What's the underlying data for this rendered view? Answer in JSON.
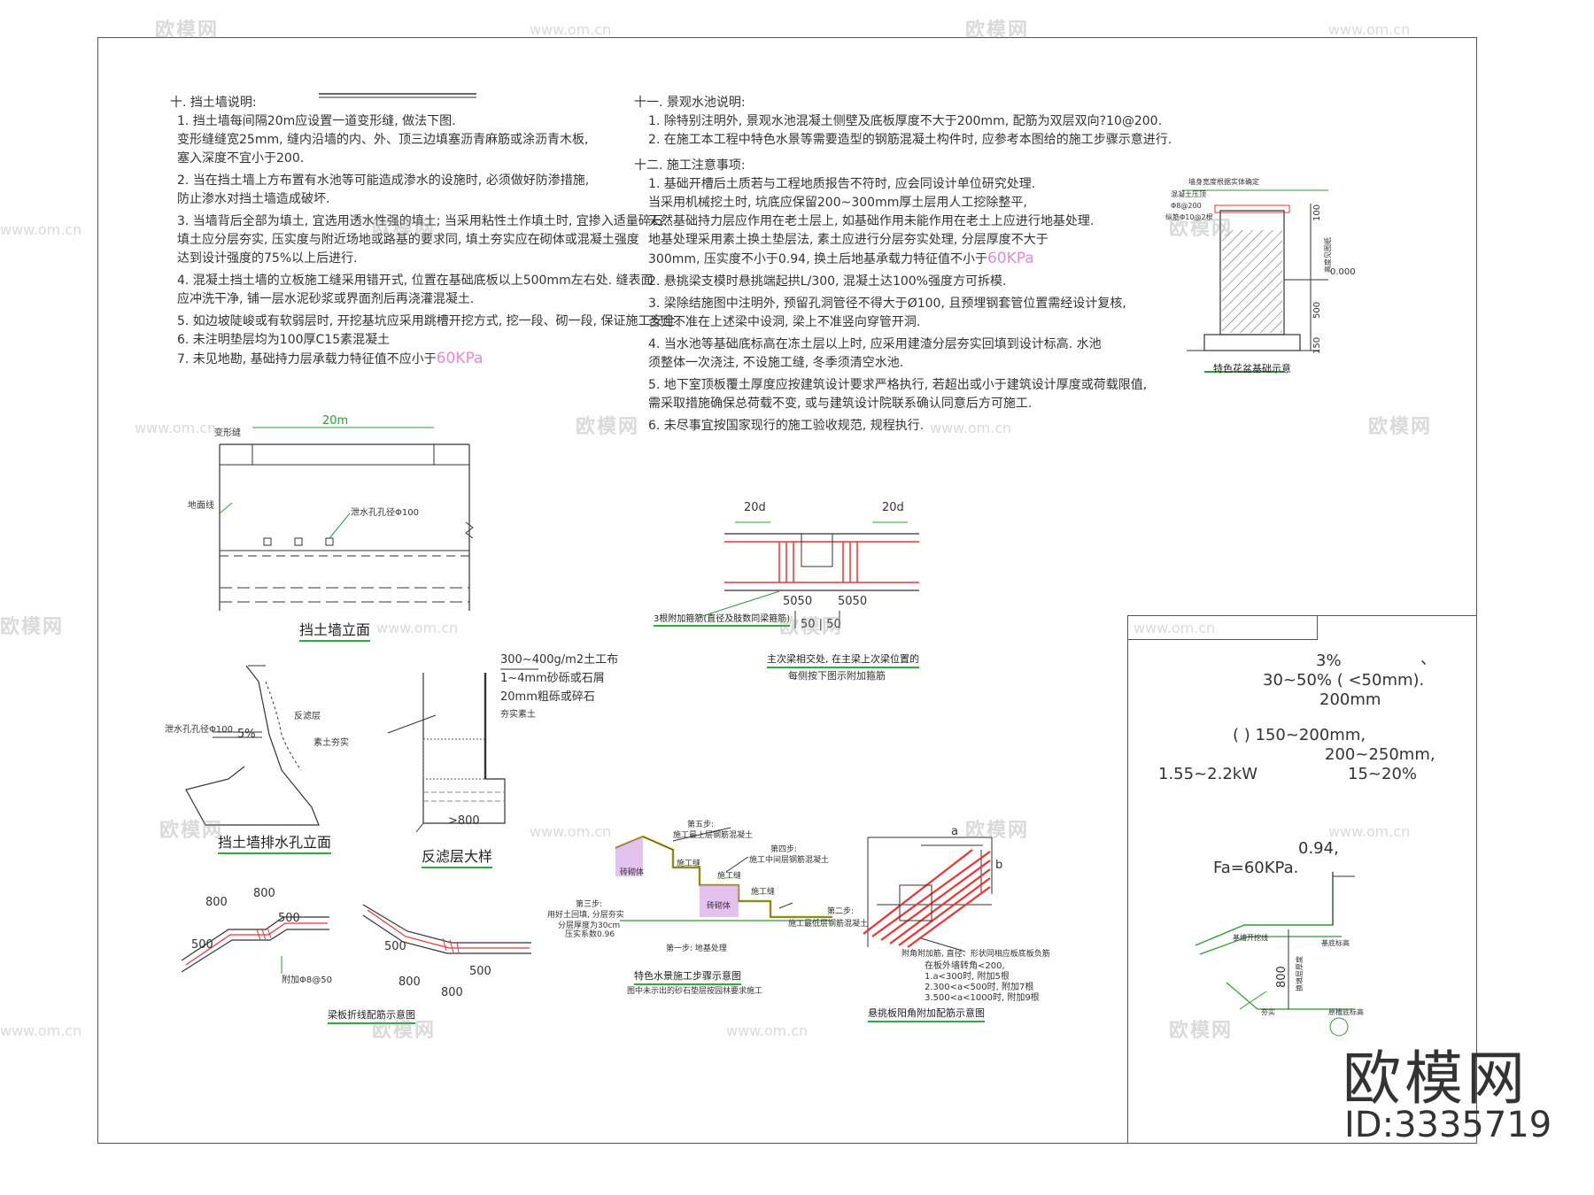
{
  "left_notes": {
    "heading": "十. 挡土墙说明:",
    "lines": [
      "1. 挡土墙每间隔20m应设置一道变形缝, 做法下图.",
      "   变形缝缝宽25mm, 缝内沿墙的内、外、顶三边填塞沥青麻筋或涂沥青木板,",
      "   塞入深度不宜小于200.",
      "2. 当在挡土墙上方布置有水池等可能造成渗水的设施时, 必须做好防渗措施,",
      "   防止渗水对挡土墙造成破坏.",
      "3. 当墙背后全部为填土, 宜选用透水性强的填土; 当采用粘性土作填土时, 宜掺入适量碎石.",
      "   填土应分层夯实, 压实度与附近场地或路基的要求同, 填土夯实应在砌体或混凝土强度",
      "   达到设计强度的75%以上后进行.",
      "4. 混凝土挡土墙的立板施工缝采用错开式, 位置在基础底板以上500mm左右处. 缝表面",
      "   应冲洗干净, 铺一层水泥砂浆或界面剂后再浇灌混凝土.",
      "5. 如边坡陡峻或有软弱层时, 开挖基坑应采用跳槽开挖方式, 挖一段、砌一段, 保证施工安全.",
      "6. 未注明垫层均为100厚C15素混凝土",
      "7. 未见地勘, 基础持力层承载力特征值不应小于"
    ],
    "line7_value": "60KPa"
  },
  "right_notes": {
    "heading11": "十一. 景观水池说明:",
    "lines11": [
      "1. 除特别注明外, 景观水池混凝土侧壁及底板厚度不大于200mm, 配筋为双层双向?10@200.",
      "2. 在施工本工程中特色水景等需要造型的钢筋混凝土构件时, 应参考本图给的施工步骤示意进行."
    ],
    "heading12": "十二. 施工注意事项:",
    "lines12": [
      "1. 基础开槽后土质若与工程地质报告不符时, 应会同设计单位研究处理.",
      "   当采用机械挖土时, 坑底应保留200~300mm厚土层用人工挖除整平,",
      "   天然基础持力层应作用在老土层上, 如基础作用未能作用在老土上应进行地基处理.",
      "   地基处理采用素土换土垫层法, 素土应进行分层夯实处理, 分层厚度不大于",
      "   300mm, 压实度不小于0.94, 换土后地基承载力特征值不小于",
      "2. 悬挑梁支模时悬挑端起拱L/300, 混凝土达100%强度方可拆模.",
      "3. 梁除结施图中注明外, 预留孔洞管径不得大于Ø100, 且预埋钢套管位置需经设计复核,",
      "   否则不准在上述梁中设洞, 梁上不准竖向穿管开洞.",
      "4. 当水池等基础底标高在冻土层以上时, 应采用建渣分层夯实回填到设计标高. 水池",
      "   须整体一次浇注, 不设施工缝, 冬季须清空水池.",
      "5. 地下室顶板覆土厚度应按建筑设计要求严格执行, 若超出或小于建筑设计厚度或荷载限值,",
      "   需采取措施确保总荷载不变, 或与建筑设计院联系确认同意后方可施工.",
      "6. 未尽事宜按国家现行的施工验收规范, 规程执行."
    ],
    "line12_value": "60KPa"
  },
  "diagrams": {
    "wall_elevation": {
      "title": "挡土墙立面",
      "dim_20m": "20m",
      "lbl_joint": "变形缝",
      "lbl_ground": "地面线",
      "lbl_hole": "泄水孔孔径Φ100"
    },
    "drain_section": {
      "title": "挡土墙排水孔立面",
      "lbl_hole": "泄水孔孔径Φ100",
      "lbl_slope": "5%",
      "lbl_filter": "反滤层",
      "lbl_soil": "素土夯实"
    },
    "filter_detail": {
      "title": "反滤层大样",
      "spec1": "300~400g/m2土工布",
      "spec2": "1~4mm砂砾或石屑",
      "spec3": "20mm粗砾或碎石",
      "spec4": "夯实素土",
      "dim": ">800"
    },
    "beam_junction": {
      "dim_20d_left": "20d",
      "dim_20d_right": "20d",
      "dim_5050_left": "5050",
      "dim_5050_right": "5050",
      "dim_bottom": "50 | 50",
      "stirrup_note": "3根附加箍筋(直径及肢数同梁箍筋)",
      "caption1": "主次梁相交处, 在主梁上次梁位置的",
      "caption2": "每侧按下图示附加箍筋"
    },
    "pool_steps": {
      "step_top": "第五步:",
      "step_top_lbl": "施工最上层钢筋混凝土",
      "step4": "第四步:",
      "step4_lbl": "施工中间层钢筋混凝土",
      "step2": "第二步:",
      "step2_lbl": "施工最低层钢筋混凝土",
      "step3": "第三步:",
      "step3_lbl": "用好土回填, 分层夯实",
      "step3_lbl2": "分层厚度为30cm",
      "step3_lbl3": "压实系数0.96",
      "step1": "第一步: 地基处理",
      "fill_lbl": "砖砌体",
      "fill_lbl2": "砖砌体",
      "form_lbl": "施工缝",
      "form_lbl2": "施工缝",
      "form_lbl3": "施工缝",
      "title": "特色水景施工步骤示意图",
      "subtitle": "图中未示出的砂石垫层按园林要求施工"
    },
    "cantilever": {
      "dim_a": "a",
      "dim_b": "b",
      "note1": "附角附加筋, 直径、形状同相应板底板负筋",
      "note2": "在板外墙转角<200,",
      "note3": "1.a<300时, 附加5根",
      "note4": "2.300<a<500时, 附加7根",
      "note5": "3.500<a<1000时, 附加9根",
      "title": "悬挑板阳角附加配筋示意图"
    },
    "beam_bend": {
      "dim_800a": "800",
      "dim_800b": "800",
      "dim_500a": "500",
      "dim_500b": "500",
      "dim_500c": "500",
      "dim_800c": "800",
      "dim_800d": "800",
      "dim_500d": "500",
      "note": "附加Φ8@50",
      "title": "梁板折线配筋示意图"
    },
    "planter": {
      "top_lbl": "墙身宽度根据实体确定",
      "lbl1": "混凝土压顶",
      "lbl2": "Φ8@200",
      "lbl3": "纵筋Φ10@2根",
      "dim100": "100",
      "dim500": "500",
      "dim150": "150",
      "level": "0.000",
      "depth_lbl": "高度见图纸",
      "title": "特色花盆基础示意"
    },
    "panel": {
      "t1": "3%",
      "t2": "、",
      "t3": "30~50%  (     <50mm).",
      "t4": "200mm",
      "t5": "(    )     150~200mm,",
      "t6": "200~250mm,",
      "t7": "1.55~2.2kW",
      "t8": "15~20%",
      "pink1": "0.94,",
      "pink2": "Fa=60KPa.",
      "lbl_a": "基槽开挖线",
      "lbl_b": "基底标高",
      "lbl_c": "换填层厚度",
      "lbl_d": "夯实",
      "lbl_e": "原槽底标高",
      "dim800": "800"
    }
  },
  "watermarks": {
    "brand": "欧模网",
    "url": "www.om.cn"
  },
  "brand": {
    "name": "欧模网",
    "id": "ID:3335719"
  }
}
